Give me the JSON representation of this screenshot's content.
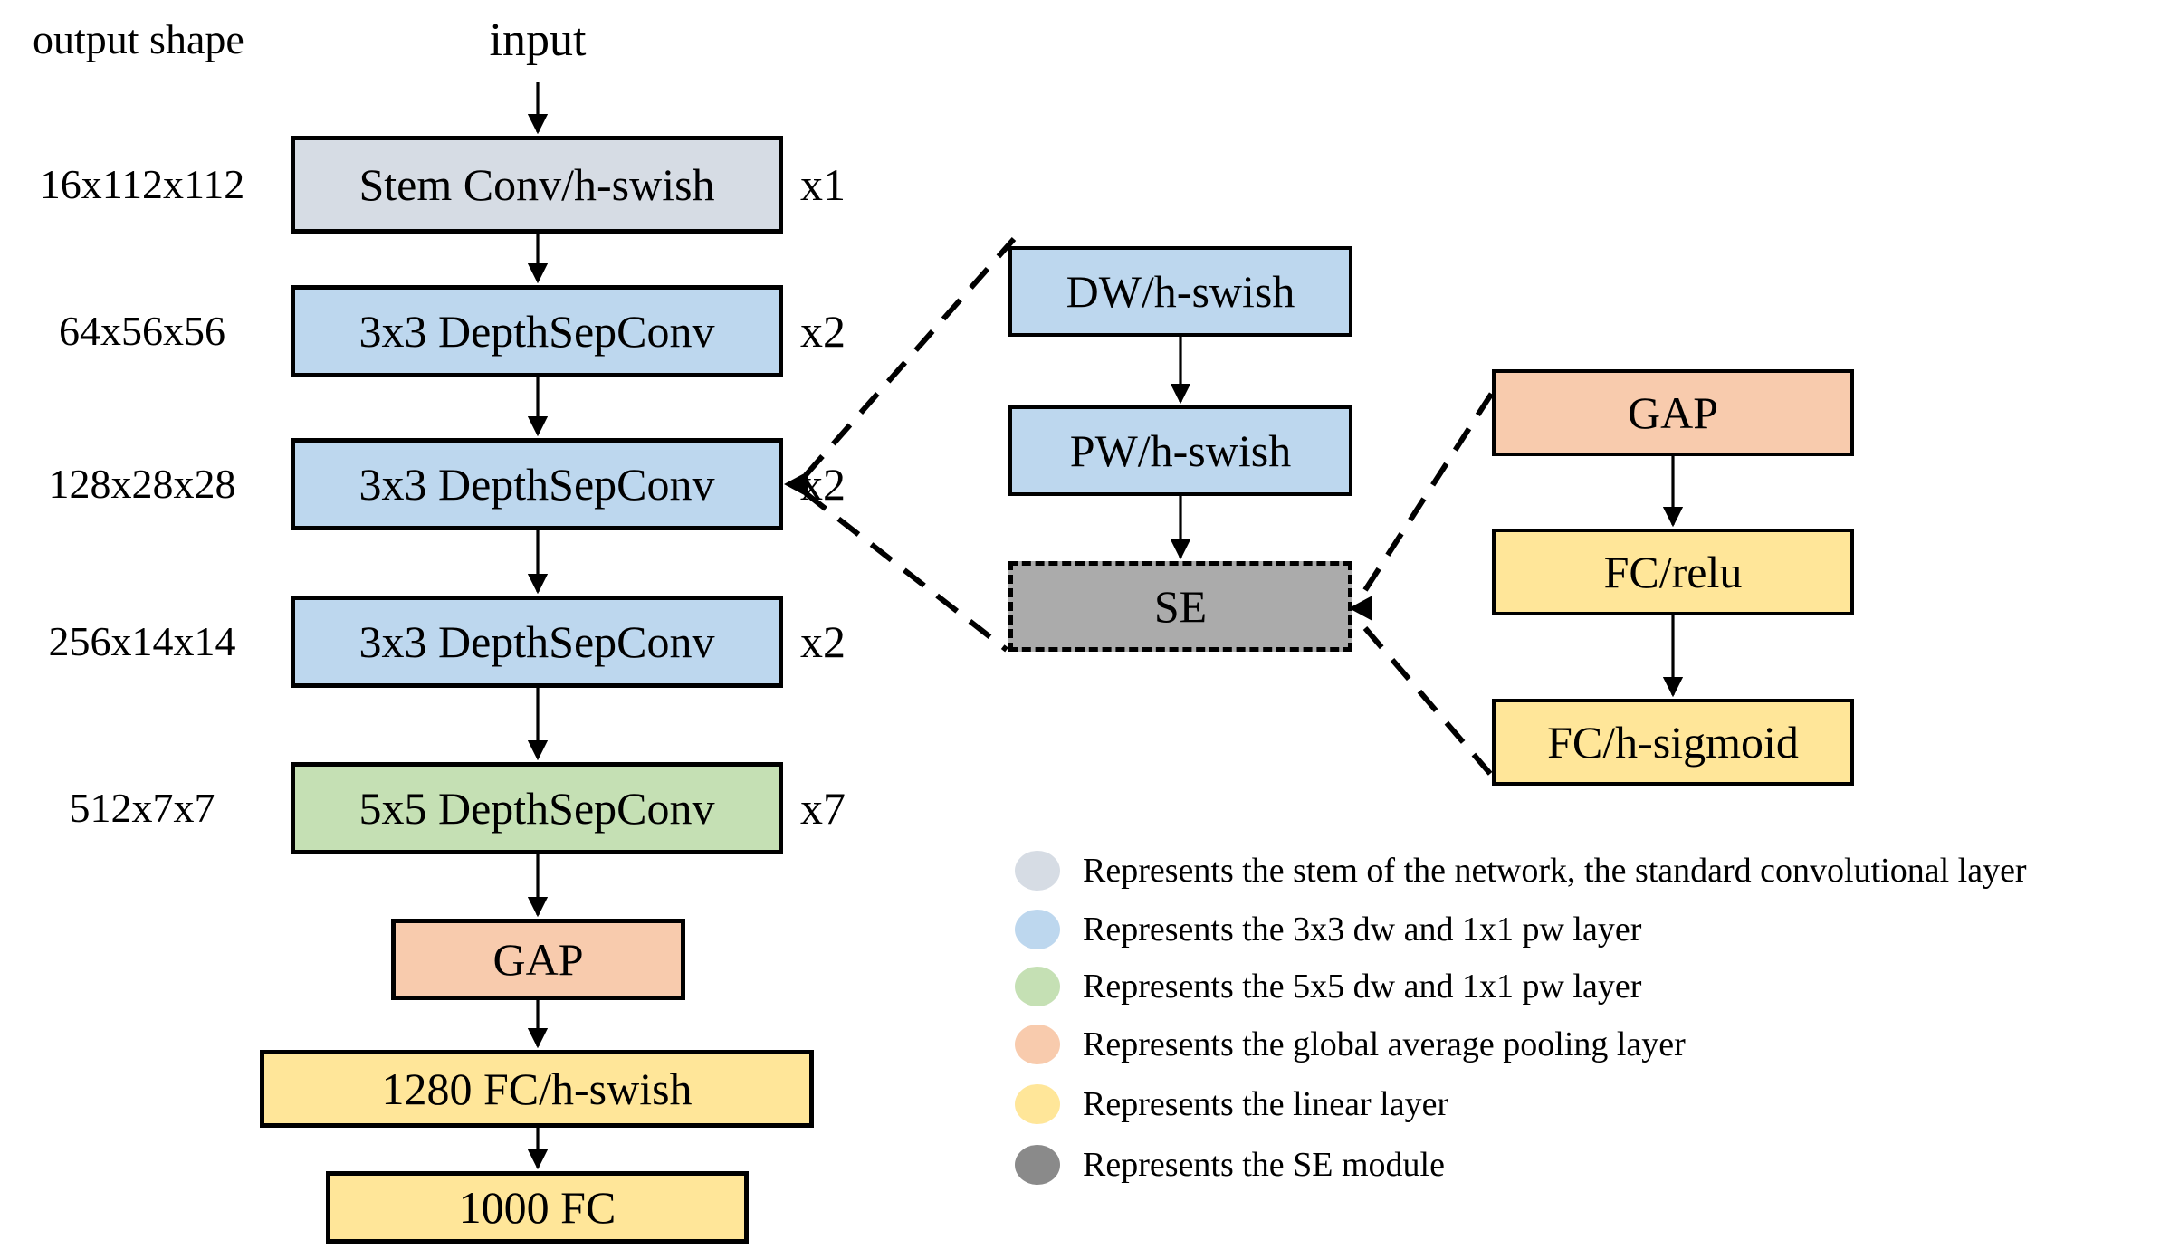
{
  "header": {
    "output_shape_title": "output shape",
    "input_label": "input"
  },
  "colors": {
    "stem": "#d6dce4",
    "dsconv3x3": "#bdd7ee",
    "dsconv5x5": "#c5e0b4",
    "gap": "#f8cbad",
    "linear": "#ffe699",
    "se_fill": "#ababab",
    "se_legend": "#8a8a8a",
    "line": "#000000"
  },
  "main_column": {
    "blocks": [
      {
        "label": "Stem Conv/h-swish",
        "multiplier": "x1",
        "output_shape": "16x112x112",
        "color": "#d6dce4"
      },
      {
        "label": "3x3 DepthSepConv",
        "multiplier": "x2",
        "output_shape": "64x56x56",
        "color": "#bdd7ee"
      },
      {
        "label": "3x3 DepthSepConv",
        "multiplier": "x2",
        "output_shape": "128x28x28",
        "color": "#bdd7ee"
      },
      {
        "label": "3x3 DepthSepConv",
        "multiplier": "x2",
        "output_shape": "256x14x14",
        "color": "#bdd7ee"
      },
      {
        "label": "5x5 DepthSepConv",
        "multiplier": "x7",
        "output_shape": "512x7x7",
        "color": "#c5e0b4"
      },
      {
        "label": "GAP",
        "color": "#f8cbad"
      },
      {
        "label": "1280 FC/h-swish",
        "color": "#ffe699"
      },
      {
        "label": "1000 FC",
        "color": "#ffe699"
      }
    ]
  },
  "depthsep_detail": {
    "blocks": [
      {
        "label": "DW/h-swish",
        "color": "#bdd7ee"
      },
      {
        "label": "PW/h-swish",
        "color": "#bdd7ee"
      },
      {
        "label": "SE",
        "color": "#ababab"
      }
    ]
  },
  "se_detail": {
    "blocks": [
      {
        "label": "GAP",
        "color": "#f8cbad"
      },
      {
        "label": "FC/relu",
        "color": "#ffe699"
      },
      {
        "label": "FC/h-sigmoid",
        "color": "#ffe699"
      }
    ]
  },
  "legend": {
    "items": [
      {
        "label": "Represents the stem of the network, the standard convolutional layer",
        "color": "#d6dce4"
      },
      {
        "label": "Represents the 3x3 dw and 1x1 pw layer",
        "color": "#bdd7ee"
      },
      {
        "label": "Represents the 5x5 dw and 1x1 pw layer",
        "color": "#c5e0b4"
      },
      {
        "label": "Represents the global average pooling layer",
        "color": "#f8cbad"
      },
      {
        "label": "Represents the linear layer",
        "color": "#ffe699"
      },
      {
        "label": "Represents the SE module",
        "color": "#8a8a8a"
      }
    ]
  }
}
